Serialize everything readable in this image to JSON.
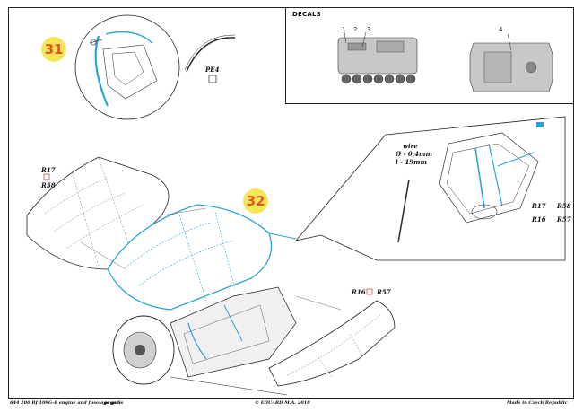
{
  "decals": {
    "title": "DECALS",
    "callout_1": "1",
    "callout_2": "2",
    "callout_3": "3",
    "callout_4": "4"
  },
  "steps": {
    "step_31": "31",
    "step_32": "32"
  },
  "parts": {
    "pe4": "PE4",
    "r17_left": "R17",
    "r58_left": "R58",
    "r16_center": "R16",
    "r57_center": "R57",
    "r17_inset": "R17",
    "r16_inset": "R16",
    "r58_inset": "R58",
    "r57_inset": "R57"
  },
  "wire": {
    "title": "wire",
    "diameter": "Ø - 0,4mm",
    "length": "l - 19mm"
  },
  "footer": {
    "left": "644 200  Bf 109G-6 engine and fuselage guns",
    "page": "page 6",
    "center": "© EDUARD  M.A. 2018",
    "right": "Made in Czech Republic"
  },
  "colors": {
    "accent_blue": "#2aa4d8",
    "step_fill": "#f4e65a",
    "step_text": "#e0571e",
    "part_red": "#c0392b"
  }
}
